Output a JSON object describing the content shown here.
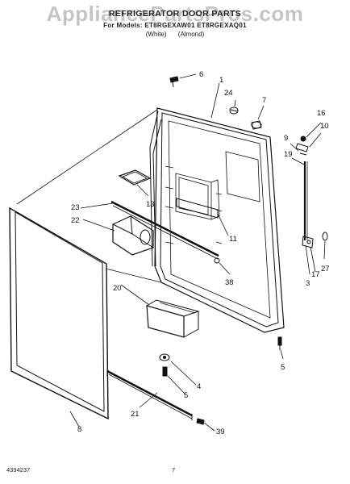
{
  "header": {
    "title": "REFRIGERATOR DOOR PARTS",
    "models": "For Models: ET8RGEXAW01 ET8RGEXAQ01",
    "color_code": "(White)",
    "color_code2": "(Almond)"
  },
  "watermark": "AppliancePartsPros.com",
  "footer": {
    "part_number": "4394237",
    "page": "7"
  },
  "callouts": [
    "1",
    "24",
    "7",
    "6",
    "16",
    "10",
    "9",
    "19",
    "13",
    "23",
    "22",
    "11",
    "27",
    "17",
    "3",
    "38",
    "20",
    "5",
    "4",
    "5",
    "21",
    "8",
    "39"
  ],
  "colors": {
    "line": "#111111",
    "background": "#ffffff",
    "watermark": "#969696"
  }
}
